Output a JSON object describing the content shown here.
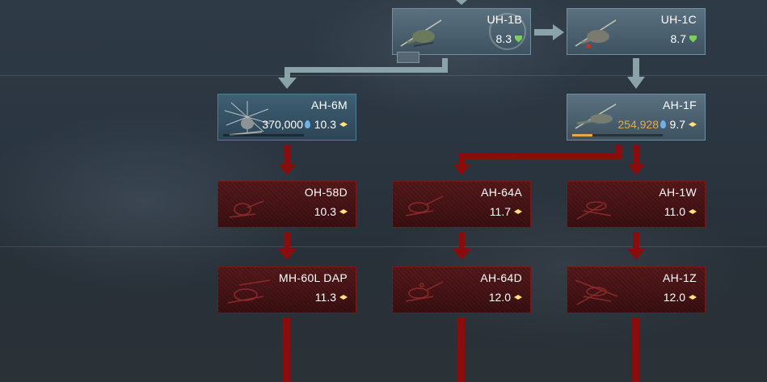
{
  "colors": {
    "researched_border": "#6e8fa3",
    "locked_bg": "#5a1a1c",
    "locked_arrow": "#8a0d0d",
    "researched_arrow": "#8aa3a8",
    "progress": "#e6a84a",
    "br_diamond": "#ffe27a",
    "br_shield": "#7ad05b"
  },
  "vehicles": {
    "uh1b": {
      "name": "UH-1B",
      "br": "8.3",
      "status": "researched",
      "icon": "shield-icon"
    },
    "uh1c": {
      "name": "UH-1C",
      "br": "8.7",
      "status": "researched",
      "icon": "shield-icon"
    },
    "ah6m": {
      "name": "AH-6M",
      "br": "10.3",
      "cost": "370,000",
      "status": "available",
      "icon": "research-point-icon"
    },
    "ah1f": {
      "name": "AH-1F",
      "br": "9.7",
      "cost": "254,928",
      "progress": 0.22,
      "status": "in-research",
      "icon": "research-point-icon"
    },
    "oh58d": {
      "name": "OH-58D",
      "br": "10.3",
      "status": "locked"
    },
    "ah64a": {
      "name": "AH-64A",
      "br": "11.7",
      "status": "locked"
    },
    "ah1w": {
      "name": "AH-1W",
      "br": "11.0",
      "status": "locked"
    },
    "mh60l": {
      "name": "MH-60L DAP",
      "br": "11.3",
      "status": "locked"
    },
    "ah64d": {
      "name": "AH-64D",
      "br": "12.0",
      "status": "locked"
    },
    "ah1z": {
      "name": "AH-1Z",
      "br": "12.0",
      "status": "locked"
    }
  }
}
